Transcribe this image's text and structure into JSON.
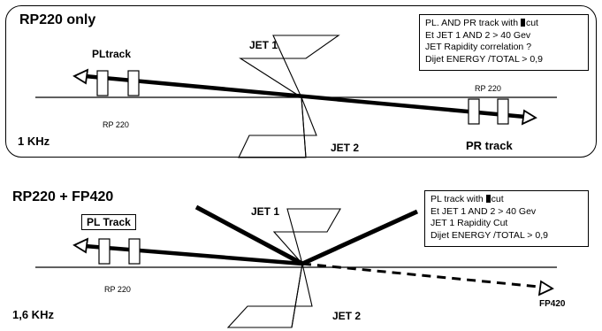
{
  "top": {
    "title": "RP220 only",
    "frequency": "1 KHz",
    "pl_track_label": "PLtrack",
    "pr_track_label": "PR track",
    "jet1_label": "JET 1",
    "jet2_label": "JET 2",
    "rp220_left": "RP 220",
    "rp220_right": "RP 220",
    "notes": {
      "line1_prefix": "PL. AND PR track  with ",
      "line1_suffix": "cut",
      "line2": "Et JET 1 AND 2 > 40 Gev",
      "line3": "JET Rapidity correlation ?",
      "line4": "Dijet ENERGY  /TOTAL > 0,9"
    }
  },
  "bottom": {
    "title": "RP220 + FP420",
    "frequency": "1,6 KHz",
    "pl_track_label": "PL Track",
    "fp420_label": "FP420",
    "jet1_label": "JET 1",
    "jet2_label": "JET 2",
    "rp220_left": "RP 220",
    "notes": {
      "line1_prefix": "PL track  with ",
      "line1_suffix": "cut",
      "line2": "Et JET 1 AND 2 > 40 Gev",
      "line3": "JET 1 Rapidity Cut",
      "line4": "Dijet ENERGY  /TOTAL > 0,9"
    }
  }
}
